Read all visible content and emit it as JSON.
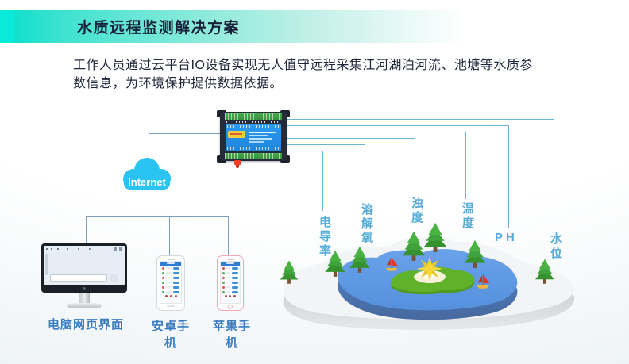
{
  "banner": {
    "title": "水质远程监测解决方案"
  },
  "description": {
    "line1": "工作人员通过云平台IO设备实现无人值守远程采集江河湖泊河流、池塘等水质参",
    "line2": "数信息，为环境保护提供数据依据。"
  },
  "network": {
    "cloud_label": "Internet"
  },
  "sensors": [
    {
      "label": "电导率",
      "orientation": "vertical"
    },
    {
      "label": "溶解氧",
      "orientation": "vertical"
    },
    {
      "label": "浊度",
      "orientation": "vertical"
    },
    {
      "label": "温度",
      "orientation": "vertical"
    },
    {
      "label": "PH",
      "orientation": "horizontal"
    },
    {
      "label": "水位",
      "orientation": "vertical"
    }
  ],
  "clients": [
    {
      "label": "电脑网页界面"
    },
    {
      "label": "安卓手机"
    },
    {
      "label": "苹果手机"
    }
  ],
  "icons": {
    "cloud": "cloud-icon",
    "io_device": "io-device-icon",
    "computer": "desktop-computer-icon",
    "android_phone": "android-phone-icon",
    "apple_phone": "apple-phone-icon",
    "tree": "pine-tree-icon",
    "boat": "sailboat-icon",
    "island": "island-icon"
  },
  "colors": {
    "banner_start": "#05dfcd",
    "banner_accent": "#0aeada",
    "title_text": "#18213a",
    "body_text": "#20283a",
    "cloud": "#29c4f1",
    "sensor_line": "#69b2d6",
    "sensor_label": "#55acd8",
    "client_line": "#7d9fc0",
    "client_label": "#3a7cc1",
    "lake_top": "#5c96e0",
    "lake_front": "#4d7fc1",
    "island_green": "#61b22b",
    "platform_top": "#f2f4f5",
    "platform_side": "#bcc0c5",
    "tree_green": "#3fa23a",
    "device_body": "#262c3a",
    "device_panel": "#2293e6",
    "device_terminal": "#3f9b43",
    "device_label_chip": "#f2cb3d",
    "antenna_red": "#e84423"
  }
}
